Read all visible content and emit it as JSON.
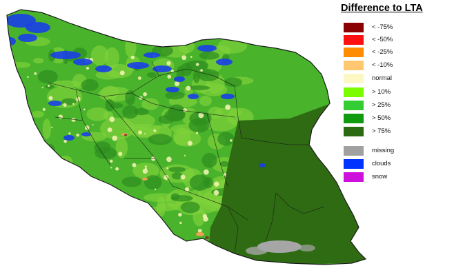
{
  "map": {
    "colors": {
      "base": "#49b32c",
      "light": "#7fd23a",
      "dark": "#2f8f1f",
      "verydark": "#2e6b12",
      "normal": "#f7f4b5",
      "clouds": "#1a3fe8",
      "missing": "#a6a6a6",
      "orange": "#f0a050",
      "brown": "#7a3b2a",
      "border": "#1a1a1a"
    }
  },
  "legend": {
    "title": "Difference to LTA",
    "items": [
      {
        "label": "< -75%",
        "color": "#8b0000",
        "icon": "swatch-dark-red"
      },
      {
        "label": "< -50%",
        "color": "#ff1010",
        "icon": "swatch-red"
      },
      {
        "label": "< -25%",
        "color": "#ff8c00",
        "icon": "swatch-orange"
      },
      {
        "label": "< -10%",
        "color": "#ffc870",
        "icon": "swatch-light-orange"
      },
      {
        "label": "normal",
        "color": "#fbf8c4",
        "icon": "swatch-pale-yellow"
      },
      {
        "label": "> 10%",
        "color": "#7cfc00",
        "icon": "swatch-lime"
      },
      {
        "label": "> 25%",
        "color": "#33cc33",
        "icon": "swatch-green"
      },
      {
        "label": "> 50%",
        "color": "#109a10",
        "icon": "swatch-dark-green"
      },
      {
        "label": "> 75%",
        "color": "#2a6a10",
        "icon": "swatch-very-dark-green"
      },
      {
        "label": "missing",
        "color": "#a0a0a0",
        "icon": "swatch-gray"
      },
      {
        "label": "clouds",
        "color": "#0033ff",
        "icon": "swatch-blue"
      },
      {
        "label": "snow",
        "color": "#cc11dd",
        "icon": "swatch-magenta"
      }
    ]
  }
}
